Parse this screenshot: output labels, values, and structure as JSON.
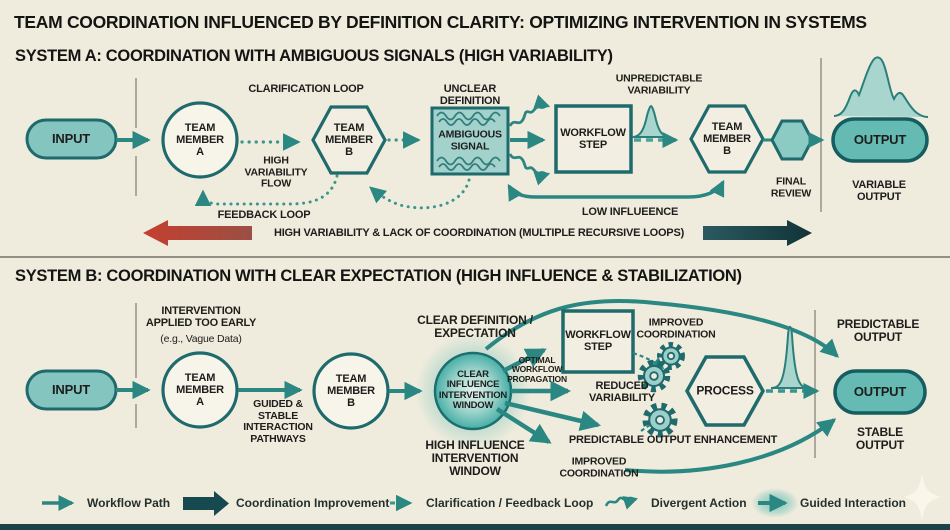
{
  "title": "TEAM COORDINATION INFLUENCED BY DEFINITION CLARITY: OPTIMIZING INTERVENTION IN SYSTEMS",
  "system_a": {
    "heading": "SYSTEM A: COORDINATION WITH AMBIGUOUS SIGNALS (HIGH VARIABILITY)",
    "nodes": {
      "input": "INPUT",
      "member_a": "TEAM\nMEMBER\nA",
      "member_b": "TEAM\nMEMBER\nB",
      "ambiguous_signal": "AMBIGUOUS\nSIGNAL",
      "workflow_step": "WORKFLOW\nSTEP",
      "member_b2": "TEAM\nMEMBER\nB",
      "output": "OUTPUT"
    },
    "labels": {
      "clarification_loop": "CLARIFICATION LOOP",
      "high_variability_flow": "HIGH\nVARIABILITY\nFLOW",
      "unclear_definition": "UNCLEAR\nDEFINITION",
      "unpredictable_variability": "UNPREDICTABLE\nVARIABILITY",
      "feedback_loop": "FEEDBACK LOOP",
      "low_influence": "LOW INFLUEENCE",
      "final_review": "FINAL\nREVIEW",
      "variable_output": "VARIABLE\nOUTPUT",
      "bottom_banner": "HIGH VARIABILITY & LACK OF COORDINATION (MULTIPLE RECURSIVE LOOPS)"
    }
  },
  "system_b": {
    "heading": "SYSTEM B: COORDINATION WITH CLEAR EXPECTATION (HIGH INFLUENCE & STABILIZATION)",
    "nodes": {
      "input": "INPUT",
      "member_a": "TEAM\nMEMBER\nA",
      "member_b": "TEAM\nMEMBER\nB",
      "intervention_window": "CLEAR\nINFLUENCE\nINTERVENTION\nWINDOW",
      "workflow_step": "WORKFLOW\nSTEP",
      "process": "PROCESS",
      "output": "OUTPUT"
    },
    "labels": {
      "intervention_early": "INTERVENTION\nAPPLIED TOO EARLY",
      "intervention_early_note": "(e.g., Vague Data)",
      "guided_pathways": "GUIDED &\nSTABLE\nINTERACTION\nPATHWAYS",
      "clear_definition": "CLEAR DEFINITION /\nEXPECTATION",
      "optimal_propagation": "OPTIMAL\nWORKFLOW\nPROPAGATION",
      "high_influence": "HIGH INFLUENCE\nINTERVENTION\nWINDOW",
      "improved_coordination_top": "IMPROVED\nCOORDINATION",
      "reduced_variability": "REDUCED\nVARIABILITY",
      "predictable_enhancement": "PREDICTABLE OUTPUT ENHANCEMENT",
      "improved_coordination_bottom": "IMPROVED\nCOORDINATION",
      "predictable_output": "PREDICTABLE\nOUTPUT",
      "stable_output": "STABLE\nOUTPUT"
    }
  },
  "legend": {
    "items": [
      {
        "label": "Workflow Path",
        "icon": "workflow-path-arrow-icon"
      },
      {
        "label": "Coordination Improvement",
        "icon": "coordination-improvement-arrow-icon"
      },
      {
        "label": "Clarification / Feedback Loop",
        "icon": "clarification-feedback-dashed-arrow-icon"
      },
      {
        "label": "Divergent Action",
        "icon": "divergent-action-wavy-arrow-icon"
      },
      {
        "label": "Guided Interaction",
        "icon": "guided-interaction-glow-arrow-icon"
      }
    ]
  },
  "colors": {
    "background": "#f0ecdd",
    "teal_stroke": "#1e6a6c",
    "teal_arrow": "#2a8782",
    "teal_fill_light": "#a3d2cc",
    "pill_fill": "#84c5bf",
    "output_fill": "#66bab4",
    "glow_teal": "#40b2aa",
    "dark_arrow": "#123338",
    "red_arrow": "#c43f2f",
    "text": "#1d1d1b"
  }
}
